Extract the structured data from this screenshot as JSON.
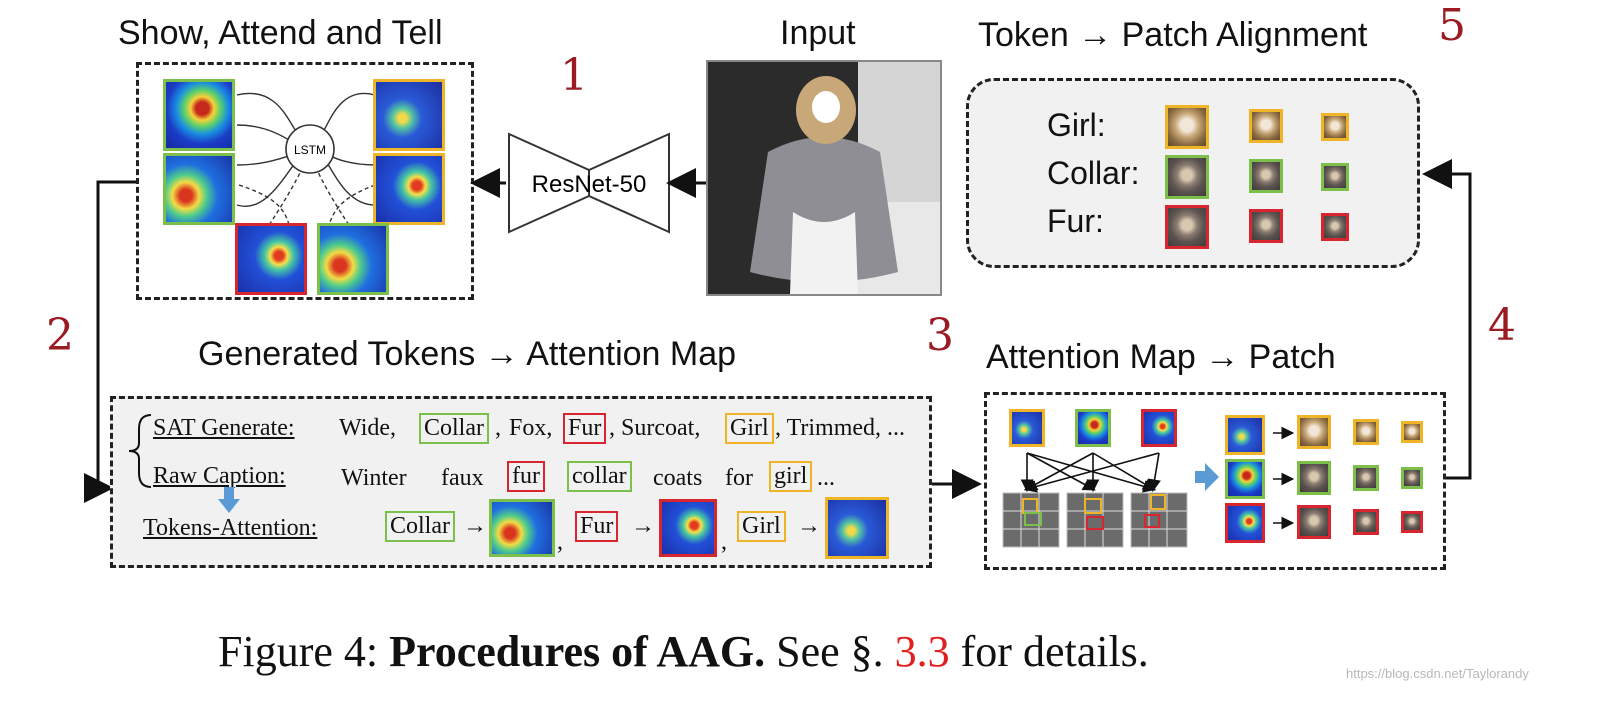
{
  "titles": {
    "sat": "Show, Attend and Tell",
    "input": "Input",
    "token_patch": "Token → Patch Alignment",
    "gen_tokens": "Generated Tokens → Attention Map",
    "attn_patch": "Attention Map → Patch"
  },
  "sat_box": {
    "lstm": "LSTM"
  },
  "resnet": "ResNet-50",
  "alignment": {
    "rows": [
      {
        "label": "Girl:",
        "color": "#f0b429"
      },
      {
        "label": "Collar:",
        "color": "#7cbf4a"
      },
      {
        "label": "Fur:",
        "color": "#d7262f"
      }
    ]
  },
  "generation": {
    "sat_label": "SAT Generate:",
    "sat_tokens": [
      "Wide,",
      "Collar",
      ",",
      "Fox,",
      "Fur",
      ", Surcoat,",
      "Girl",
      ", Trimmed, ..."
    ],
    "raw_label": "Raw Caption:",
    "raw_tokens": [
      "Winter",
      "faux",
      "fur",
      "collar",
      "coats",
      "for",
      "girl",
      "..."
    ],
    "tokens_label": "Tokens-Attention:",
    "pairs": [
      {
        "token": "Collar",
        "arrow": "→"
      },
      {
        "token": "Fur",
        "arrow": "→"
      },
      {
        "token": "Girl",
        "arrow": "→"
      }
    ],
    "arrow_glyph": "→",
    "comma": ","
  },
  "caption": {
    "prefix": "Figure 4: ",
    "bold": "Procedures of AAG.",
    "middle": " See §. ",
    "ref": "3.3",
    "suffix": " for details.",
    "watermark": "https://blog.csdn.net/Taylorandy",
    "ref_color": "#e02020"
  },
  "annotations": [
    "1",
    "2",
    "3",
    "4",
    "5"
  ]
}
